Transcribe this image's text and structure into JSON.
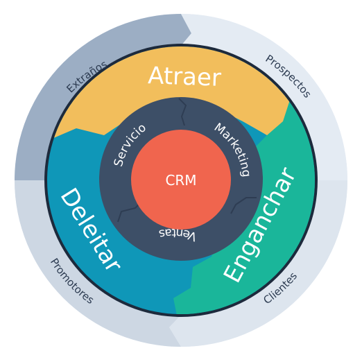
{
  "center": {
    "label": "CRM",
    "color": "#f0654e"
  },
  "inner_ring": {
    "color": "#3d4f67",
    "items": [
      {
        "label": "Servicio"
      },
      {
        "label": "Marketing"
      },
      {
        "label": "Ventas"
      }
    ]
  },
  "middle_ring": {
    "items": [
      {
        "label": "Atraer",
        "color": "#f2be5c"
      },
      {
        "label": "Enganchar",
        "color": "#1ab69a"
      },
      {
        "label": "Deleitar",
        "color": "#0f97b8"
      }
    ]
  },
  "outer_ring": {
    "items": [
      {
        "label": "Extraños"
      },
      {
        "label": "Prospectos"
      },
      {
        "label": "Clientes"
      },
      {
        "label": "Promotores"
      }
    ]
  },
  "colors": {
    "outer_dark": "#9caec4",
    "outer_light": "#e3eaf2",
    "outer_mid": "#cdd7e3",
    "ring_border": "#1d2a3c",
    "outer_text": "#2c3b51"
  }
}
